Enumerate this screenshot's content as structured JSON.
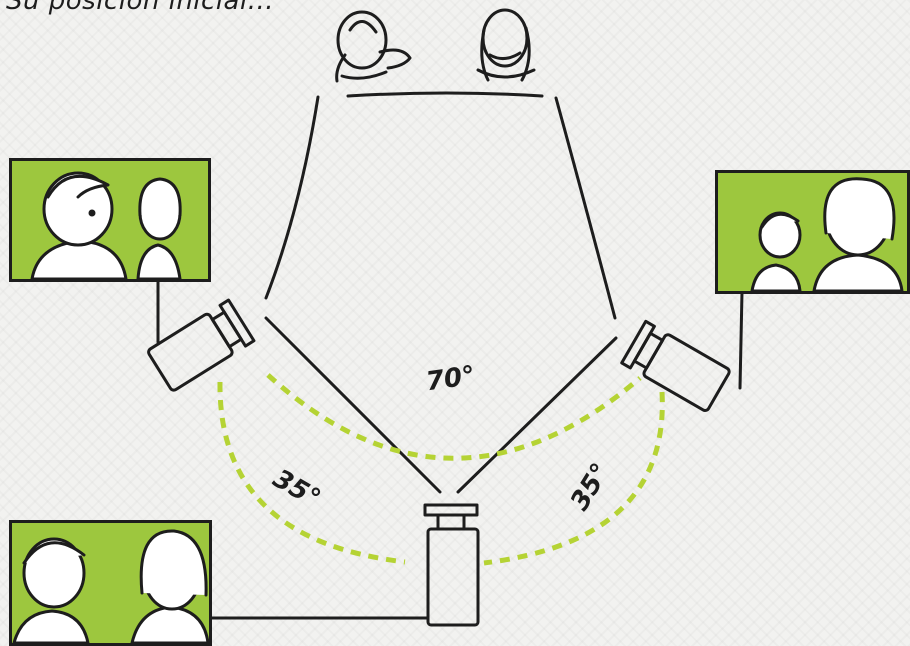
{
  "caption": "Su posición inicial...",
  "angles": {
    "center": "70°",
    "left": "35°",
    "right": "35°"
  },
  "frames": [
    {
      "id": "shot-left-camera"
    },
    {
      "id": "shot-right-camera"
    },
    {
      "id": "shot-bottom-camera"
    }
  ],
  "colors": {
    "frame_fill": "#9dc73e",
    "dashed_arc": "#b5d334",
    "ink": "#1d1d1d"
  },
  "icons": [
    "camera-icon",
    "boy-figure-icon",
    "girl-figure-icon"
  ]
}
